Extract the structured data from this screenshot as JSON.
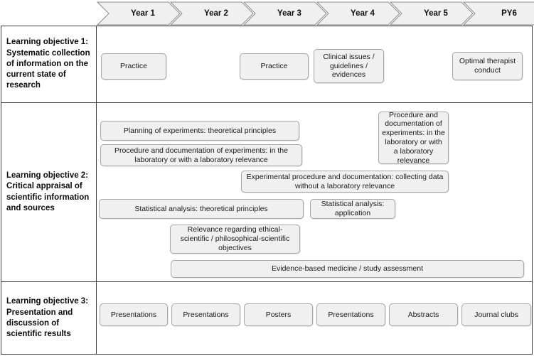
{
  "timeline": {
    "name": "curriculum-year-timeline",
    "steps": [
      {
        "label": "Year 1"
      },
      {
        "label": "Year 2"
      },
      {
        "label": "Year 3"
      },
      {
        "label": "Year 4"
      },
      {
        "label": "Year 5"
      },
      {
        "label": "PY6"
      }
    ]
  },
  "rows": [
    {
      "objective": "Learning objective 1: Systematic collection of information on the current state of research",
      "boxes": [
        {
          "label": "Practice"
        },
        {
          "label": "Practice"
        },
        {
          "label": "Clinical issues / guidelines / evidences"
        },
        {
          "label": "Optimal therapist conduct"
        }
      ]
    },
    {
      "objective": "Learning objective 2: Critical appraisal of scientific information and sources",
      "boxes": [
        {
          "label": "Planning of experiments: theoretical principles"
        },
        {
          "label": "Procedure and documentation of experiments: in the laboratory or with a laboratory relevance"
        },
        {
          "label": "Procedure and documentation of experiments: in the laboratory or with a laboratory relevance"
        },
        {
          "label": "Experimental procedure and documentation: collecting data without a laboratory relevance"
        },
        {
          "label": "Statistical analysis: theoretical principles"
        },
        {
          "label": "Statistical analysis: application"
        },
        {
          "label": "Relevance regarding ethical-scientific / philosophical-scientific objectives"
        },
        {
          "label": "Evidence-based medicine / study assessment"
        }
      ]
    },
    {
      "objective": "Learning objective 3: Presentation and discussion of scientific results",
      "boxes": [
        {
          "label": "Presentations"
        },
        {
          "label": "Presentations"
        },
        {
          "label": "Posters"
        },
        {
          "label": "Presentations"
        },
        {
          "label": "Abstracts"
        },
        {
          "label": "Journal clubs"
        }
      ]
    }
  ],
  "colors": {
    "box_fill": "#f0f0f0",
    "box_border": "#a6a6a6",
    "table_border": "#3d3d3d",
    "text": "#1a1a1a",
    "chevron_fill": "#f0f0f0",
    "chevron_border": "#8c8c8c"
  }
}
